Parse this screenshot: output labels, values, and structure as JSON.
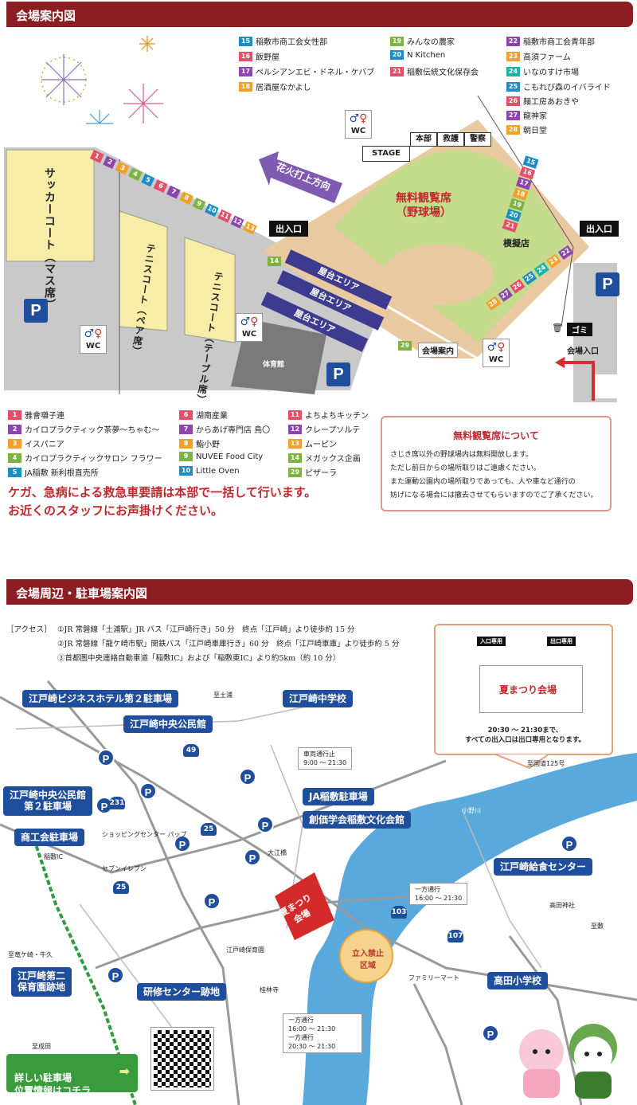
{
  "sections": {
    "venue_title": "会場案内図",
    "area_title": "会場周辺・駐車場案内図"
  },
  "legend_top": [
    {
      "num": "15",
      "label": "稲敷市商工会女性部",
      "color": "#1b8fc5"
    },
    {
      "num": "16",
      "label": "飯野屋",
      "color": "#e0506a"
    },
    {
      "num": "17",
      "label": "ペルシアンエビ・ドネル・ケバブ",
      "color": "#8e44ad"
    },
    {
      "num": "18",
      "label": "居酒屋なかよし",
      "color": "#f1a12b"
    },
    {
      "num": "19",
      "label": "みんなの農家",
      "color": "#7cb342"
    },
    {
      "num": "20",
      "label": "N Kitchen",
      "color": "#1b8fc5"
    },
    {
      "num": "21",
      "label": "稲敷伝統文化保存会",
      "color": "#e0506a"
    },
    {
      "num": "22",
      "label": "稲敷市商工会青年部",
      "color": "#8e44ad"
    },
    {
      "num": "23",
      "label": "高須ファーム",
      "color": "#f1a12b"
    },
    {
      "num": "24",
      "label": "いなのすけ市場",
      "color": "#1bb5a5"
    },
    {
      "num": "25",
      "label": "こもれび森のイバライド",
      "color": "#1b8fc5"
    },
    {
      "num": "26",
      "label": "麺工房あおきや",
      "color": "#e0506a"
    },
    {
      "num": "27",
      "label": "龍神家",
      "color": "#8e44ad"
    },
    {
      "num": "28",
      "label": "朝日堂",
      "color": "#f1a12b"
    }
  ],
  "legend_bottom": [
    {
      "num": "1",
      "label": "雅會囃子連",
      "color": "#e0506a"
    },
    {
      "num": "2",
      "label": "カイロプラクティック茶夢〜ちゃむ〜",
      "color": "#8e44ad"
    },
    {
      "num": "3",
      "label": "イスパニア",
      "color": "#f1a12b"
    },
    {
      "num": "4",
      "label": "カイロプラクティックサロン フラワー",
      "color": "#7cb342"
    },
    {
      "num": "5",
      "label": "JA稲敷 新利根直売所",
      "color": "#1b8fc5"
    },
    {
      "num": "6",
      "label": "湖南産業",
      "color": "#e0506a"
    },
    {
      "num": "7",
      "label": "からあげ専門店 鳥〇",
      "color": "#8e44ad"
    },
    {
      "num": "8",
      "label": "鮨小野",
      "color": "#f1a12b"
    },
    {
      "num": "9",
      "label": "NUVEE Food City",
      "color": "#7cb342"
    },
    {
      "num": "10",
      "label": "Little Oven",
      "color": "#1b8fc5"
    },
    {
      "num": "11",
      "label": "よちよちキッチン",
      "color": "#e0506a"
    },
    {
      "num": "12",
      "label": "クレープソルテ",
      "color": "#8e44ad"
    },
    {
      "num": "13",
      "label": "ムーピン",
      "color": "#f1a12b"
    },
    {
      "num": "14",
      "label": "メガックス企画",
      "color": "#7cb342"
    },
    {
      "num": "29",
      "label": "ピザーラ",
      "color": "#7cb342"
    }
  ],
  "venue": {
    "soccer": "サッカーコート（マス席）",
    "tennis_pair": "テニスコート（ペア席）",
    "tennis_table": "テニスコート（テーブル席）",
    "stage": "STAGE",
    "honbu": "本部",
    "kyugo": "救護",
    "keisatsu": "警察",
    "free_seats_1": "無料観覧席",
    "free_seats_2": "（野球場）",
    "fireworks": "花火打上方向",
    "entrance_exit": "出入口",
    "mogiten": "模擬店",
    "yatai": "屋台エリア",
    "gym": "体育館",
    "info": "会場案内",
    "garbage": "ゴミ",
    "venue_entry": "会場入口",
    "wc": "WC",
    "p": "P"
  },
  "warning": {
    "line1": "ケガ、急病による救急車要請は本部で一括して行います。",
    "line2": "お近くのスタッフにお声掛けください。"
  },
  "notice": {
    "title": "無料観覧席について",
    "lines": [
      "さじき席以外の野球場内は無料開放します。",
      "ただし前日からの場所取りはご遠慮ください。",
      "また運動公園内の場所取りであっても、人や車など通行の",
      "妨げになる場合には撤去させてもらいますのでご了承ください。"
    ]
  },
  "access": {
    "label": "［アクセス］",
    "lines": [
      "①JR 常磐線「土浦駅」JR バス「江戸崎行き」50 分　終点「江戸崎」より徒歩約 15 分",
      "②JR 常磐線「龍ケ崎市駅」関鉄バス「江戸崎車庫行き」60 分　終点「江戸崎車庫」より徒歩約 5 分",
      "③首都圏中央連絡自動車道「稲敷IC」および「稲敷東IC」より約5km（約 10 分）"
    ]
  },
  "area_map": {
    "parkings": [
      "江戸崎ビジネスホテル第２駐車場",
      "江戸崎中央公民館",
      "江戸崎中学校",
      "江戸崎中央公民館\n第２駐車場",
      "JA稲敷駐車場",
      "創価学会稲敷文化会館",
      "商工会駐車場",
      "江戸崎給食センター",
      "高田小学校",
      "江戸崎第二\n保育園跡地",
      "研修センター跡地"
    ],
    "festival": "夏まつり\n会場",
    "no_entry": "立入禁止\n区域",
    "detail_festival": "夏まつり会場",
    "detail_note1": "20:30 〜 21:30まで、",
    "detail_note2": "すべての出入口は出口専用となります。",
    "entry_only": "入口専用",
    "exit_only": "出口専用",
    "no_car_title": "車両通行止",
    "no_car_time": "9:00 〜 21:30",
    "oneway1_title": "一方通行",
    "oneway1_time": "16:00 〜 21:30",
    "oneway_green": "16:00 〜 21:30",
    "oneway_orange": "20:30 〜 21:30",
    "detail_link": "詳しい駐車場\n位置情報はコチラ",
    "places": {
      "tsuchiura": "至土浦",
      "ryugasaki": "至竜ケ崎・牛久",
      "seijo": "至成田",
      "shiki": "至敷",
      "inashiki_ic": "稲敷IC",
      "takata_shrine": "高田神社",
      "family_mart": "ファミリーマート",
      "keirinji": "桂林寺",
      "ohashi": "大江橋",
      "hoikuen": "江戸崎保育園",
      "route125": "至国道125号",
      "river": "小野川",
      "seven": "セブンイレブン",
      "shopping": "ショッピングセンター パップ"
    }
  }
}
